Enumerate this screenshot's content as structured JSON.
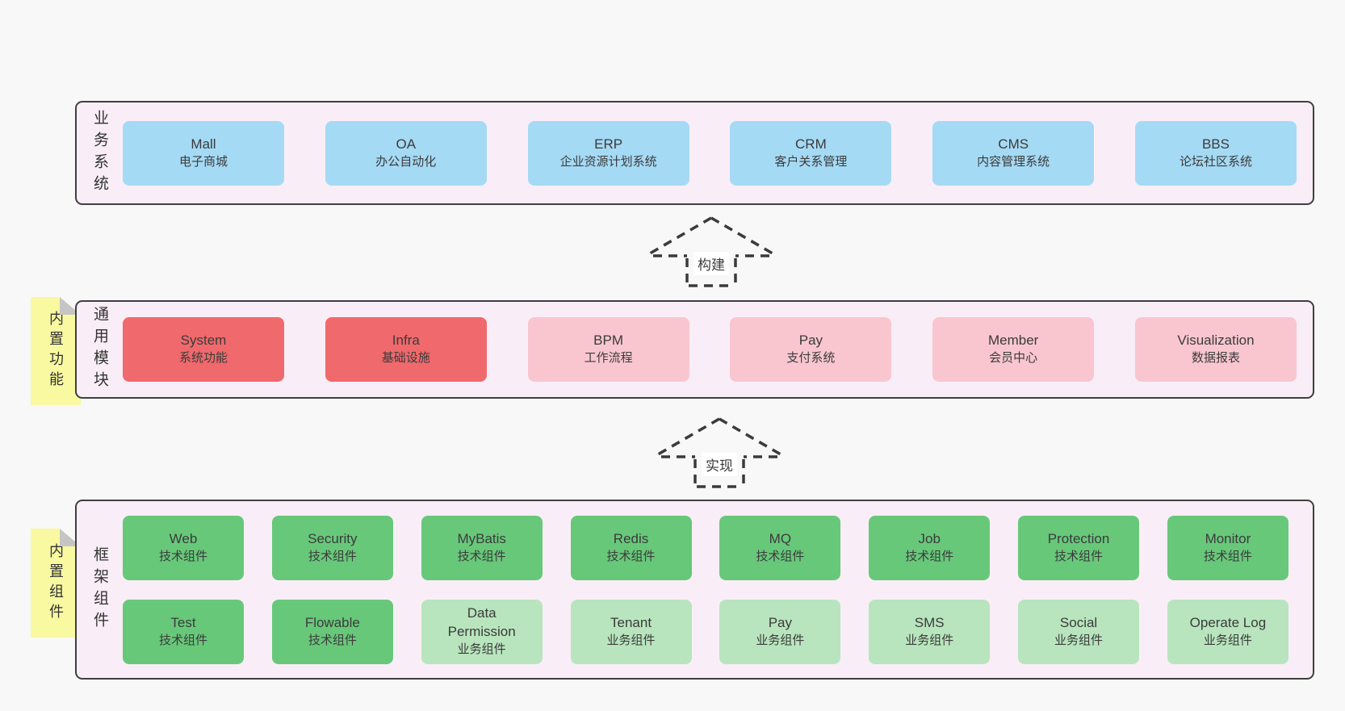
{
  "colors": {
    "page_bg": "#f8f8f8",
    "band_bg": "#f9eef7",
    "band_border": "#3f3f3f",
    "blue": "#a5daf5",
    "red": "#f0696c",
    "pink": "#f9c6d0",
    "green": "#68c87a",
    "light_green": "#b8e5bd",
    "sticky_yellow": "#f9f9a1",
    "fold_gray": "#c5c5c5",
    "text": "#3b3b3b"
  },
  "stickies": [
    {
      "label": "内置功能"
    },
    {
      "label": "内置组件"
    }
  ],
  "arrows": [
    {
      "label": "构建"
    },
    {
      "label": "实现"
    }
  ],
  "bands": [
    {
      "label": "业务系统",
      "boxes": [
        {
          "title": "Mall",
          "subtitle": "电子商城",
          "color": "blue"
        },
        {
          "title": "OA",
          "subtitle": "办公自动化",
          "color": "blue"
        },
        {
          "title": "ERP",
          "subtitle": "企业资源计划系统",
          "color": "blue"
        },
        {
          "title": "CRM",
          "subtitle": "客户关系管理",
          "color": "blue"
        },
        {
          "title": "CMS",
          "subtitle": "内容管理系统",
          "color": "blue"
        },
        {
          "title": "BBS",
          "subtitle": "论坛社区系统",
          "color": "blue"
        }
      ]
    },
    {
      "label": "通用模块",
      "boxes": [
        {
          "title": "System",
          "subtitle": "系统功能",
          "color": "red"
        },
        {
          "title": "Infra",
          "subtitle": "基础设施",
          "color": "red"
        },
        {
          "title": "BPM",
          "subtitle": "工作流程",
          "color": "pink"
        },
        {
          "title": "Pay",
          "subtitle": "支付系统",
          "color": "pink"
        },
        {
          "title": "Member",
          "subtitle": "会员中心",
          "color": "pink"
        },
        {
          "title": "Visualization",
          "subtitle": "数据报表",
          "color": "pink"
        }
      ]
    },
    {
      "label": "框架组件",
      "rows": [
        [
          {
            "title": "Web",
            "subtitle": "技术组件",
            "color": "green"
          },
          {
            "title": "Security",
            "subtitle": "技术组件",
            "color": "green"
          },
          {
            "title": "MyBatis",
            "subtitle": "技术组件",
            "color": "green"
          },
          {
            "title": "Redis",
            "subtitle": "技术组件",
            "color": "green"
          },
          {
            "title": "MQ",
            "subtitle": "技术组件",
            "color": "green"
          },
          {
            "title": "Job",
            "subtitle": "技术组件",
            "color": "green"
          },
          {
            "title": "Protection",
            "subtitle": "技术组件",
            "color": "green"
          },
          {
            "title": "Monitor",
            "subtitle": "技术组件",
            "color": "green"
          }
        ],
        [
          {
            "title": "Test",
            "subtitle": "技术组件",
            "color": "green"
          },
          {
            "title": "Flowable",
            "subtitle": "技术组件",
            "color": "green"
          },
          {
            "title": "Data Permission",
            "subtitle": "业务组件",
            "color": "light_green"
          },
          {
            "title": "Tenant",
            "subtitle": "业务组件",
            "color": "light_green"
          },
          {
            "title": "Pay",
            "subtitle": "业务组件",
            "color": "light_green"
          },
          {
            "title": "SMS",
            "subtitle": "业务组件",
            "color": "light_green"
          },
          {
            "title": "Social",
            "subtitle": "业务组件",
            "color": "light_green"
          },
          {
            "title": "Operate Log",
            "subtitle": "业务组件",
            "color": "light_green"
          }
        ]
      ]
    }
  ]
}
